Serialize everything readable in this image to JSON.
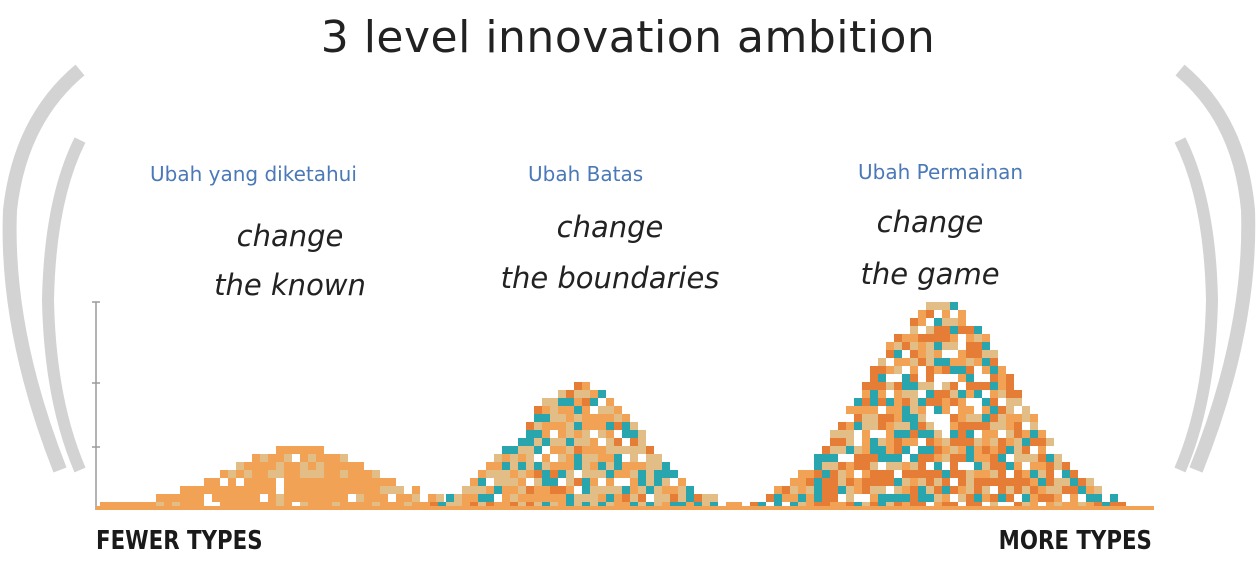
{
  "title": "3 level innovation ambition",
  "levels": [
    {
      "label_id": "Ubah yang diketahui",
      "line1": "change",
      "line2": "the known"
    },
    {
      "label_id": "Ubah Batas",
      "line1": "change",
      "line2": "the boundaries"
    },
    {
      "label_id": "Ubah Permainan",
      "line1": "change",
      "line2": "the game"
    }
  ],
  "axis": {
    "left_label": "FEWER TYPES",
    "right_label": "MORE TYPES"
  },
  "colors": {
    "orange": "#f2a255",
    "tan": "#e2bd86",
    "teal": "#29a6ad",
    "dark_orange": "#e57d37",
    "label_blue": "#4b79b8",
    "shield_gray": "#cfcfcf"
  }
}
